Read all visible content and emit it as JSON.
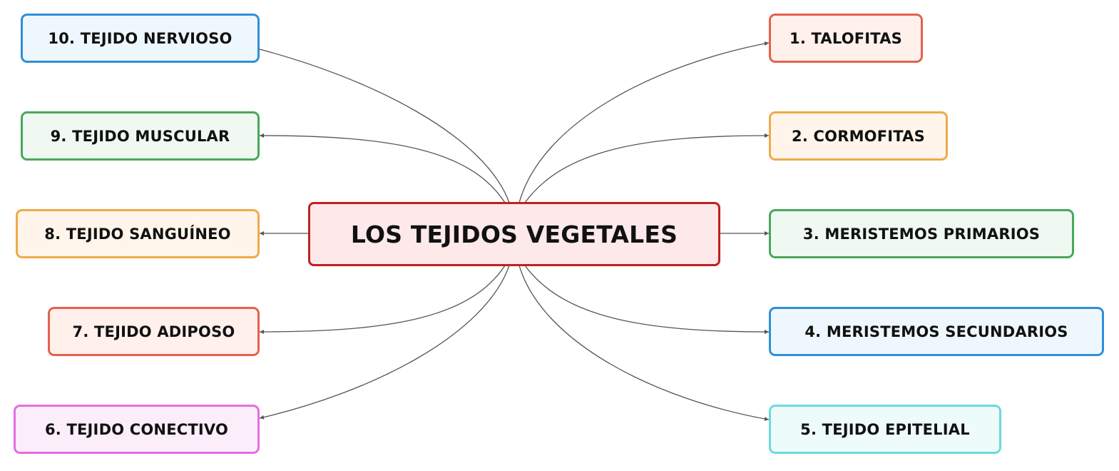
{
  "diagram": {
    "root": {
      "label": "LOS TEJIDOS VEGETALES"
    },
    "right": [
      {
        "label": "1. TALOFITAS"
      },
      {
        "label": "2. CORMOFITAS"
      },
      {
        "label": "3. MERISTEMOS PRIMARIOS"
      },
      {
        "label": "4. MERISTEMOS SECUNDARIOS"
      },
      {
        "label": "5. TEJIDO EPITELIAL"
      }
    ],
    "left": [
      {
        "label": "10. TEJIDO NERVIOSO"
      },
      {
        "label": "9. TEJIDO MUSCULAR"
      },
      {
        "label": "8. TEJIDO SANGUÍNEO"
      },
      {
        "label": "7. TEJIDO ADIPOSO"
      },
      {
        "label": "6. TEJIDO CONECTIVO"
      }
    ],
    "colors": {
      "root": "#c0201f",
      "blue": "#2f8fd8",
      "green": "#48a85a",
      "orange": "#f0a94a",
      "red": "#e4614c",
      "pink": "#e46fe0",
      "teal": "#6bdadc",
      "connector": "#555555"
    }
  }
}
